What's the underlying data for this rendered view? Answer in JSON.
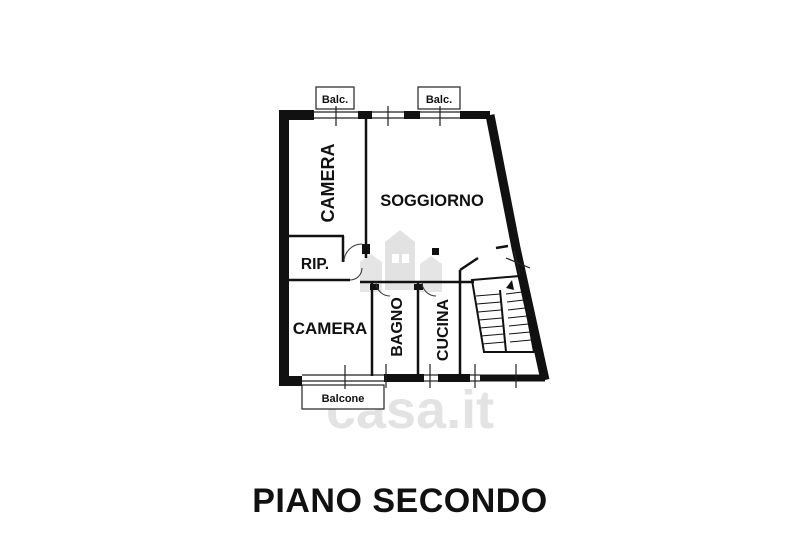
{
  "plan": {
    "title": "PIANO SECONDO",
    "rooms": {
      "camera_top": "CAMERA",
      "soggiorno": "SOGGIORNO",
      "rip": "RIP.",
      "camera_bottom": "CAMERA",
      "bagno": "BAGNO",
      "cucina": "CUCINA"
    },
    "balconies": {
      "left": "Balc.",
      "right": "Balc.",
      "bottom": "Balcone"
    }
  },
  "watermark": {
    "text": "casa.it"
  }
}
